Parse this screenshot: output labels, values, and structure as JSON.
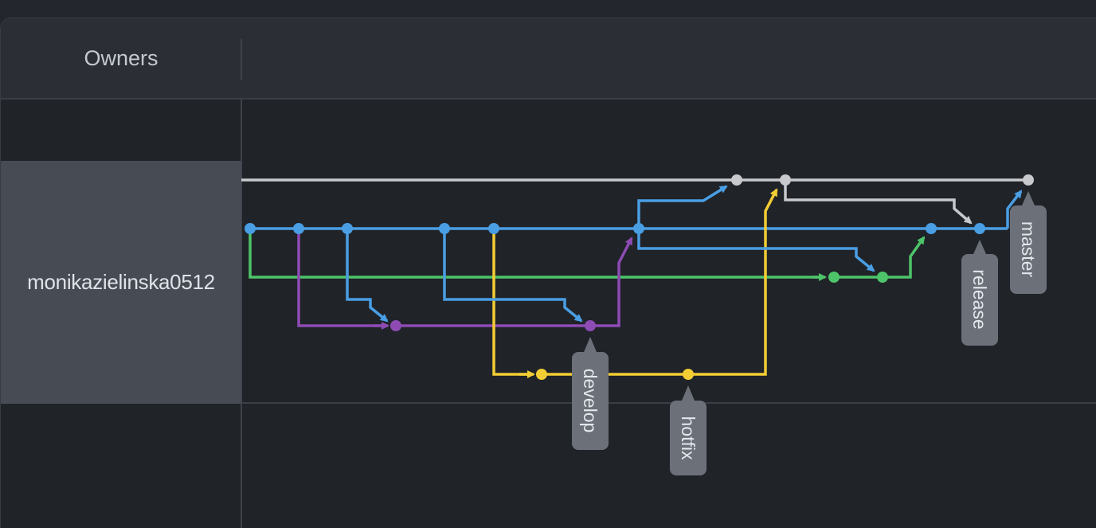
{
  "header": {
    "owners_label": "Owners"
  },
  "owner": {
    "name": "monikazielinska0512"
  },
  "branches": {
    "master": {
      "label": "master",
      "color": "#c7c9cd"
    },
    "release": {
      "label": "release",
      "color": "#4a9ee3"
    },
    "develop": {
      "label": "develop",
      "color": "#8e4bb4"
    },
    "hotfix": {
      "label": "hotfix",
      "color": "#f2cd34"
    },
    "feature": {
      "label": "",
      "color": "#4ec46a"
    }
  },
  "tag_color": "#6b7079"
}
